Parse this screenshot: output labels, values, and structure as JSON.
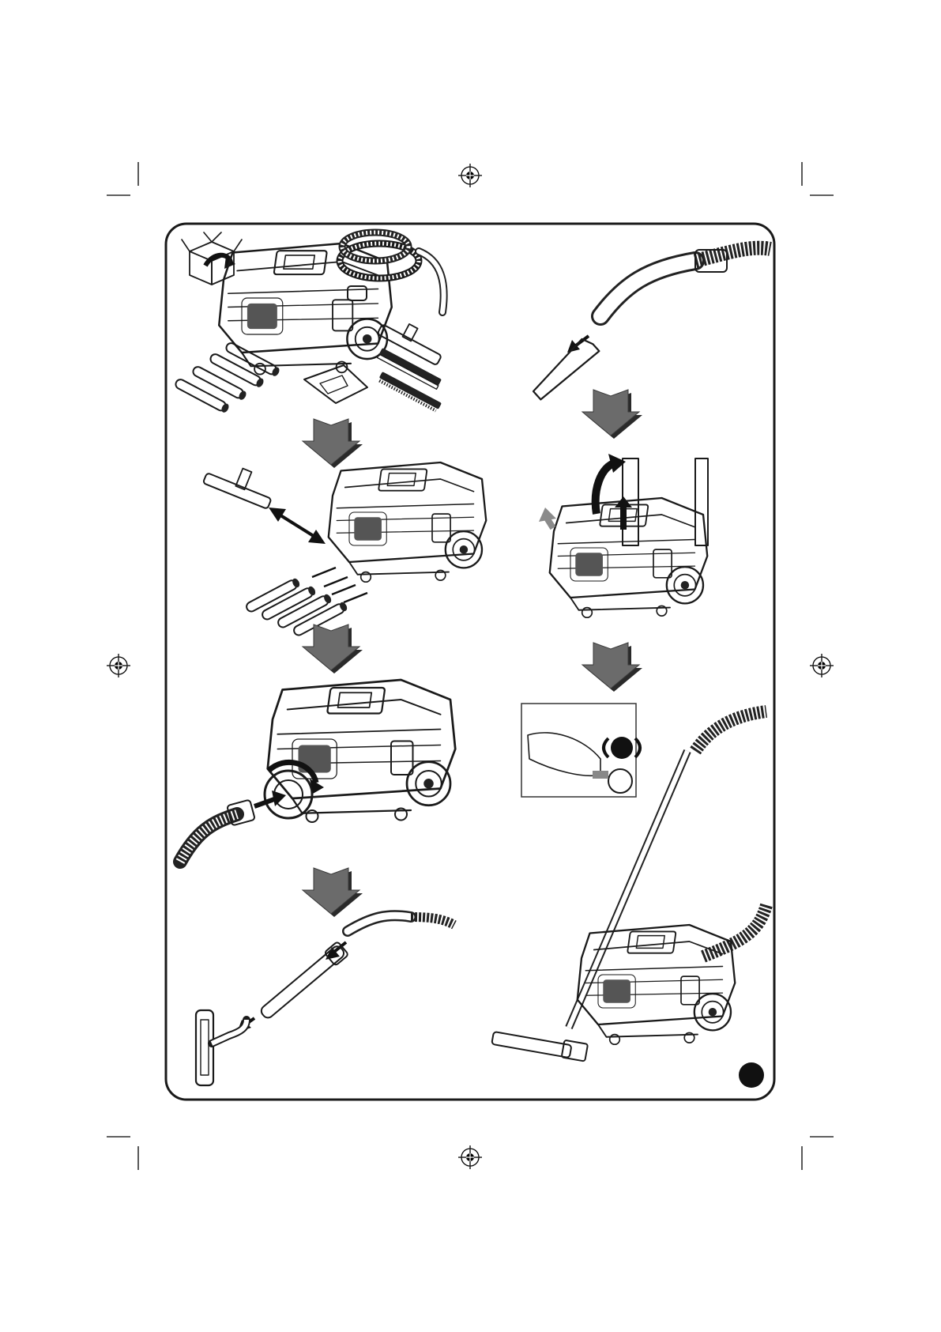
{
  "page": {
    "background": "#ffffff",
    "frame_color": "#1a1a1a",
    "step_arrow_color": "#6b6b6b",
    "step_arrow_shadow": "#2a2a2a",
    "badge_color": "#111111"
  },
  "left_column": {
    "steps": [
      {
        "id": "unpack",
        "icon": "box-unpack-icon",
        "parts": [
          "vacuum-body",
          "suction-hose",
          "floor-nozzle",
          "squeegee-nozzle",
          "brush-strip",
          "extension-tubes",
          "crevice-tool"
        ]
      },
      {
        "id": "accessory-storage",
        "parts": [
          "floor-nozzle",
          "extension-tubes",
          "vacuum-body"
        ]
      },
      {
        "id": "connect-hose",
        "parts": [
          "hose-cuff",
          "hose-inlet",
          "vacuum-body"
        ]
      },
      {
        "id": "assemble-wand",
        "parts": [
          "hose-handle",
          "extension-tube",
          "floor-nozzle"
        ]
      }
    ]
  },
  "right_column": {
    "steps": [
      {
        "id": "attach-crevice-tool",
        "parts": [
          "hose-handle",
          "crevice-tool"
        ]
      },
      {
        "id": "open-lid",
        "parts": [
          "lid",
          "latch",
          "handle"
        ]
      },
      {
        "id": "lock-castor",
        "icon": "castor-lock-icon",
        "parts": [
          "castor",
          "hand"
        ]
      },
      {
        "id": "ready-to-use",
        "parts": [
          "vacuum-body",
          "hose",
          "wand",
          "floor-nozzle"
        ]
      }
    ]
  },
  "badge": {
    "shape": "filled-circle"
  }
}
